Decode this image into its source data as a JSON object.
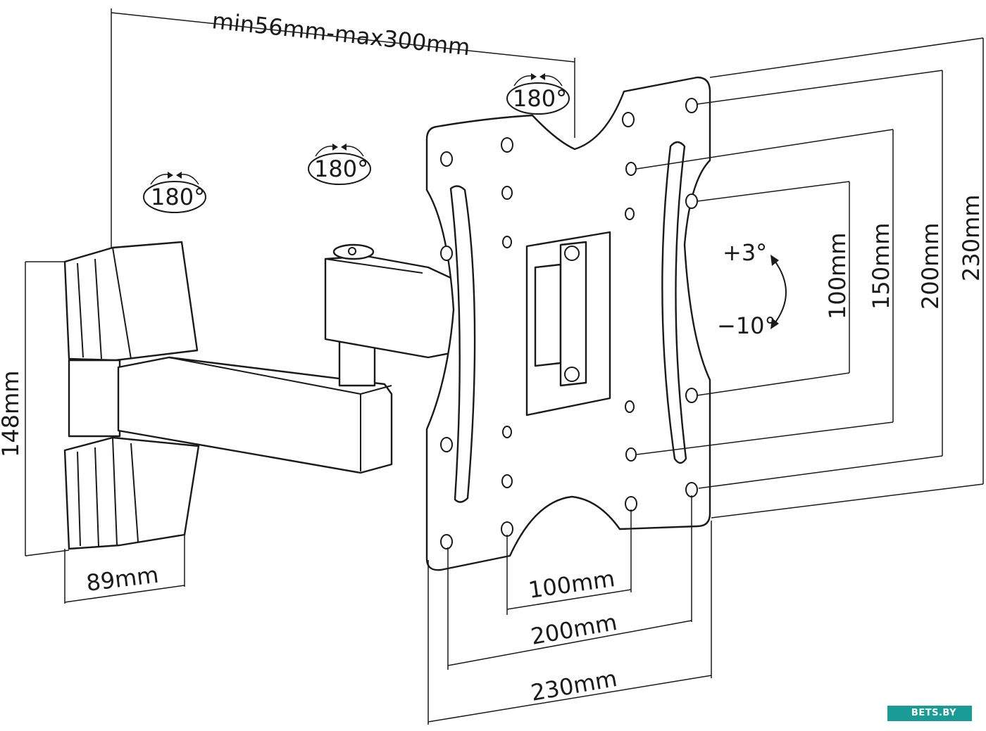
{
  "dimensions": {
    "arm_extension": "min56mm-max300mm",
    "wall_plate_height": "148mm",
    "wall_plate_width": "89mm",
    "hole_h_100": "100mm",
    "hole_h_200": "200mm",
    "hole_h_230": "230mm",
    "hole_v_100": "100mm",
    "hole_v_150": "150mm",
    "hole_v_200": "200mm",
    "hole_v_230": "230mm"
  },
  "rotations": {
    "swivel_wall": "180°",
    "swivel_arm": "180°",
    "swivel_plate": "180°",
    "tilt_up": "+3°",
    "tilt_down": "−10°"
  },
  "watermark": {
    "text": "BETS.BY",
    "color": "#1a9c96"
  }
}
